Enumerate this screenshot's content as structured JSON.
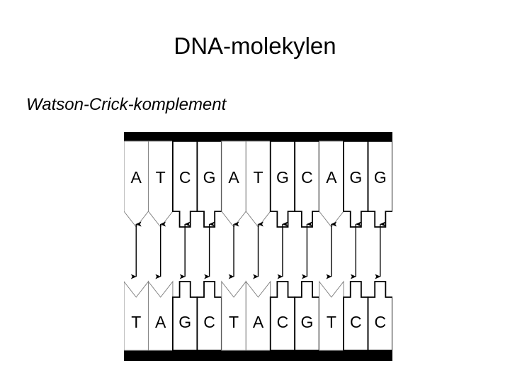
{
  "slide": {
    "title": "DNA-molekylen",
    "subtitle": "Watson-Crick-komplement",
    "background_color": "#ffffff",
    "text_color": "#000000"
  },
  "figure": {
    "name": "dna-double-helix-base-pairing-diagram",
    "backbone_color": "#000000",
    "nucleotide_fill": "#ffffff",
    "nucleotide_stroke": "#000000",
    "purine_stroke": "#808080",
    "arrow_color": "#000000",
    "base_count": 11,
    "top_strand": {
      "label": "top-strand",
      "bases": [
        "A",
        "T",
        "C",
        "G",
        "A",
        "T",
        "G",
        "C",
        "A",
        "G",
        "G"
      ],
      "sequence": "ATCGATGCAGG"
    },
    "bottom_strand": {
      "label": "bottom-strand",
      "bases": [
        "T",
        "A",
        "G",
        "C",
        "T",
        "A",
        "C",
        "G",
        "T",
        "C",
        "C"
      ],
      "sequence": "TAGCTACGTCC"
    },
    "base_pairs": [
      {
        "top": "A",
        "bottom": "T"
      },
      {
        "top": "T",
        "bottom": "A"
      },
      {
        "top": "C",
        "bottom": "G"
      },
      {
        "top": "G",
        "bottom": "C"
      },
      {
        "top": "A",
        "bottom": "T"
      },
      {
        "top": "T",
        "bottom": "A"
      },
      {
        "top": "G",
        "bottom": "C"
      },
      {
        "top": "C",
        "bottom": "G"
      },
      {
        "top": "A",
        "bottom": "T"
      },
      {
        "top": "G",
        "bottom": "C"
      },
      {
        "top": "G",
        "bottom": "C"
      }
    ],
    "hydrogen_bond_arrows": 11,
    "arrow_style": "double-headed-vertical"
  }
}
